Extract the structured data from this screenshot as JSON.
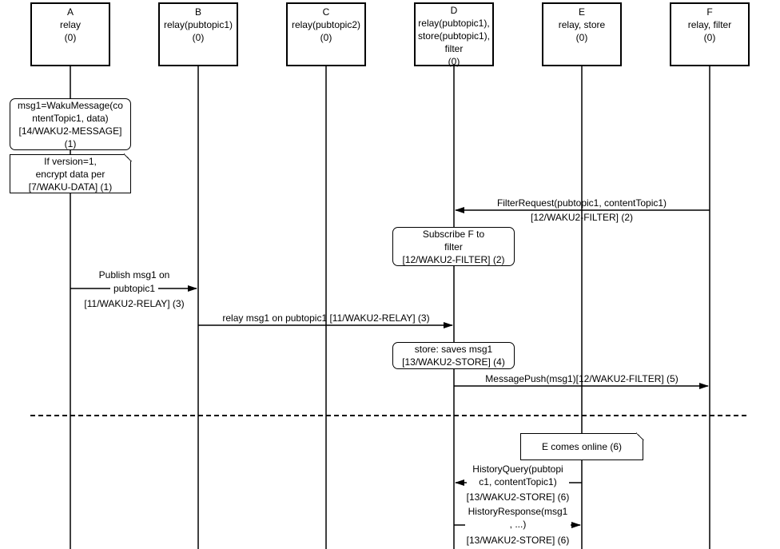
{
  "participants": [
    {
      "id": "A",
      "lines": [
        "A",
        "relay",
        "(0)"
      ]
    },
    {
      "id": "B",
      "lines": [
        "B",
        "relay(pubtopic1)",
        "(0)"
      ]
    },
    {
      "id": "C",
      "lines": [
        "C",
        "relay(pubtopic2)",
        "(0)"
      ]
    },
    {
      "id": "D",
      "lines": [
        "D",
        "relay(pubtopic1),",
        "store(pubtopic1),",
        "filter",
        "(0)"
      ]
    },
    {
      "id": "E",
      "lines": [
        "E",
        "relay, store",
        "(0)"
      ]
    },
    {
      "id": "F",
      "lines": [
        "F",
        "relay, filter",
        "(0)"
      ]
    }
  ],
  "notes": {
    "msg1": "msg1=WakuMessage(co\nntentTopic1, data)\n[14/WAKU2-MESSAGE]\n(1)",
    "encrypt": "If version=1,\nencrypt data per\n[7/WAKU-DATA] (1)",
    "subscribe": "Subscribe F to\nfilter\n[12/WAKU2-FILTER] (2)",
    "store": "store: saves msg1\n[13/WAKU2-STORE] (4)",
    "e_online": "E comes online (6)"
  },
  "messages": {
    "filter_request": "FilterRequest(pubtopic1, contentTopic1)",
    "filter_request_ref": "[12/WAKU2-FILTER] (2)",
    "publish_a": "Publish msg1 on",
    "publish_b": "pubtopic1",
    "publish_ref": "[11/WAKU2-RELAY] (3)",
    "relay": "relay msg1 on pubtopic1 [11/WAKU2-RELAY] (3)",
    "push": "MessagePush(msg1)[12/WAKU2-FILTER] (5)",
    "history_query": "HistoryQuery(pubtopi\nc1, contentTopic1)",
    "history_query_ref": "[13/WAKU2-STORE] (6)",
    "history_response": "HistoryResponse(msg1\n, ...)",
    "history_response_ref": "[13/WAKU2-STORE] (6)"
  }
}
